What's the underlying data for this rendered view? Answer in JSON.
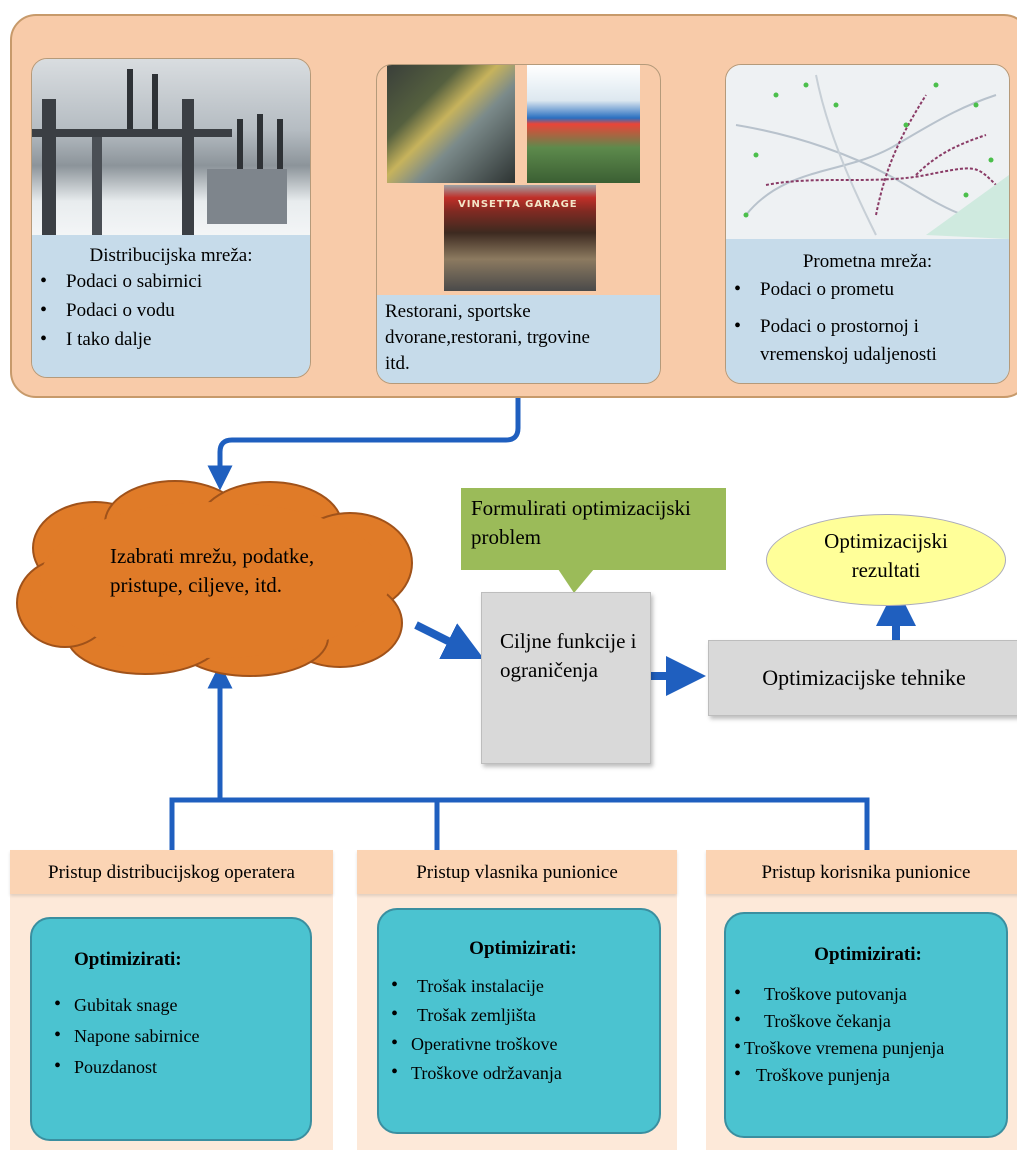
{
  "top": {
    "distribution": {
      "title": "Distribucijska mreža:",
      "items": [
        "Podaci o sabirnici",
        "Podaci o vodu",
        "I tako dalje"
      ]
    },
    "places": {
      "text": "Restorani, sportske dvorane,restorani, trgovine itd.",
      "sign": "VINSETTA GARAGE"
    },
    "traffic": {
      "title": "Prometna mreža:",
      "items": [
        "Podaci o prometu",
        "Podaci o prostornoj i vremenskoj udaljenosti"
      ]
    }
  },
  "cloud": {
    "text": "Izabrati mrežu, podatke, pristupe, ciljeve, itd."
  },
  "callout": {
    "text": "Formulirati optimizacijski problem"
  },
  "objective": {
    "text": "Ciljne funkcije i ograničenja"
  },
  "techniques": {
    "text": "Optimizacijske tehnike"
  },
  "results": {
    "text": "Optimizacijski rezultati"
  },
  "panels": [
    {
      "header": "Pristup distribucijskog operatera",
      "title": "Optimizirati:",
      "items": [
        "Gubitak snage",
        "Napone sabirnice",
        "Pouzdanost"
      ]
    },
    {
      "header": "Pristup vlasnika punionice",
      "title": "Optimizirati:",
      "items": [
        "Trošak instalacije",
        "Trošak zemljišta",
        "Operativne troškove",
        "Troškove održavanja"
      ]
    },
    {
      "header": "Pristup korisnika punionice",
      "title": "Optimizirati:",
      "items": [
        "Troškove putovanja",
        "Troškove čekanja",
        "Troškove vremena punjenja",
        "Troškove punjenja"
      ]
    }
  ],
  "colors": {
    "top_panel": "#f8cba9",
    "text_box": "#c6dbea",
    "cloud": "#e07b28",
    "arrow": "#1f5fbf",
    "callout": "#9bbb59",
    "grey_box": "#d9d9d9",
    "ellipse": "#ffff99",
    "panel_bg": "#fde9d9",
    "panel_head": "#fbd4b4",
    "teal": "#4bc3d0"
  }
}
